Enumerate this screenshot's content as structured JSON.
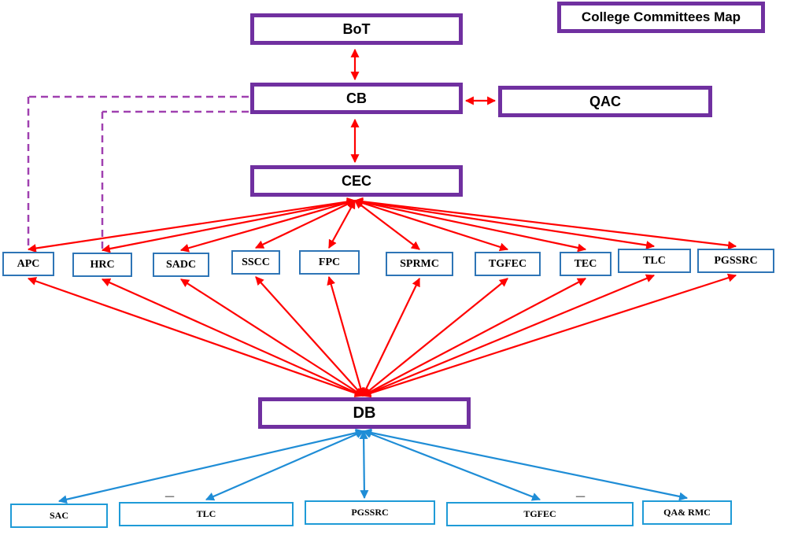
{
  "title": "College Committees Map",
  "nodes": {
    "bot": "BoT",
    "cb": "CB",
    "qac": "QAC",
    "cec": "CEC",
    "db": "DB"
  },
  "committees": [
    "APC",
    "HRC",
    "SADC",
    "SSCC",
    "FPC",
    "SPRMC",
    "TGFEC",
    "TEC",
    "TLC",
    "PGSSRC"
  ],
  "bottom_committees": [
    "SAC",
    "TLC",
    "PGSSRC",
    "TGFEC",
    "QA& RMC"
  ],
  "marks": {
    "mark1": "_",
    "mark2": "_"
  },
  "colors": {
    "purple_border": "#7030a0",
    "blue_border": "#2e75b6",
    "red_arrow": "#ff0000",
    "blue_arrow": "#1f8dd6",
    "dashed_line": "#a040b0"
  }
}
